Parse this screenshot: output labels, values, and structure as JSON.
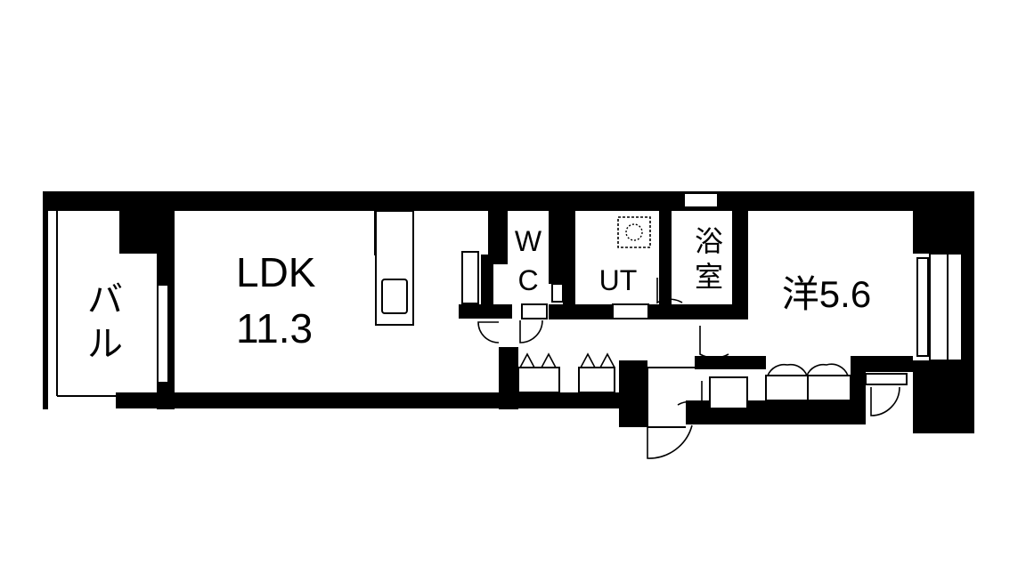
{
  "rooms": {
    "balcony": {
      "label_line1": "バ",
      "label_line2": "ル"
    },
    "ldk": {
      "label_line1": "LDK",
      "label_line2": "11.3"
    },
    "wc": {
      "label_line1": "W",
      "label_line2": "C"
    },
    "utility": {
      "label": "UT"
    },
    "bath": {
      "label_line1": "浴",
      "label_line2": "室"
    },
    "western": {
      "label": "洋5.6"
    }
  },
  "colors": {
    "wall": "#000000",
    "background": "#ffffff"
  }
}
